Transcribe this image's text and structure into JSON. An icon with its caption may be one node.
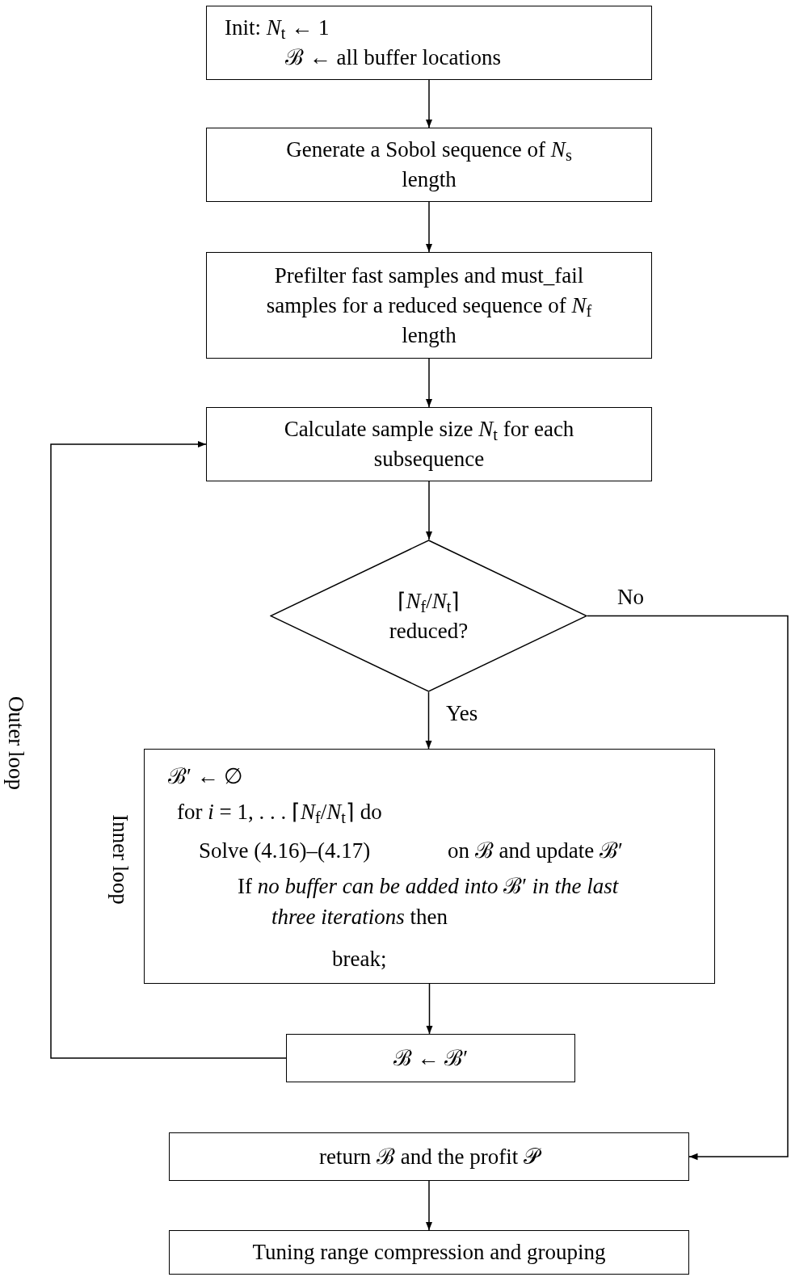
{
  "diagram": {
    "nodes": [
      {
        "text": [
          "Init: *N*$_{t}$ ← 1",
          "ℬ ← all buffer locations"
        ]
      },
      {
        "text": [
          "Generate a Sobol sequence of *N*$_{s}$ length"
        ]
      },
      {
        "text": [
          "Prefilter fast samples and must_fail samples for a reduced sequence of *N*$_{f}$ length"
        ]
      },
      {
        "text": [
          "Calculate sample size *N*$_{t}$ for each subsequence"
        ]
      },
      {
        "text": [
          "⌈*N*$_{f}$/*N*$_{t}$⌉ reduced?"
        ]
      },
      {
        "text": [
          "ℬ′ ← ∅",
          "for *i* = 1, . . . ⌈*N*$_{f}$/*N*$_{t}$⌉ do",
          "Solve (4.16)–(4.17)",
          "on ℬ and update ℬ′",
          "If *no buffer can be added into* ℬ′ *in the last three iterations* then",
          "break;"
        ],
        "beside": [
          "Inner loop"
        ]
      },
      {
        "text": [
          "ℬ ← ℬ′"
        ]
      },
      {
        "text": [
          "return ℬ and the profit 𝒫"
        ]
      },
      {
        "text": [
          "Tuning range compression and grouping"
        ]
      }
    ],
    "edges": [
      {
        "from": 0,
        "to": 1,
        "arrow": "to"
      },
      {
        "from": 1,
        "to": 2,
        "arrow": "to"
      },
      {
        "from": 2,
        "to": 3,
        "arrow": "to"
      },
      {
        "from": 3,
        "to": 4,
        "arrow": "to"
      },
      {
        "from": 4,
        "to": 5,
        "arrow": "to",
        "label": "Yes"
      },
      {
        "from": 5,
        "to": 6,
        "arrow": "to"
      },
      {
        "from": 6,
        "to": 3,
        "arrow": "to"
      },
      {
        "from": 4,
        "to": 7,
        "arrow": "to",
        "label": "No"
      },
      {
        "from": 7,
        "to": 8,
        "arrow": "to"
      }
    ],
    "labels": [
      "Outer loop"
    ]
  }
}
